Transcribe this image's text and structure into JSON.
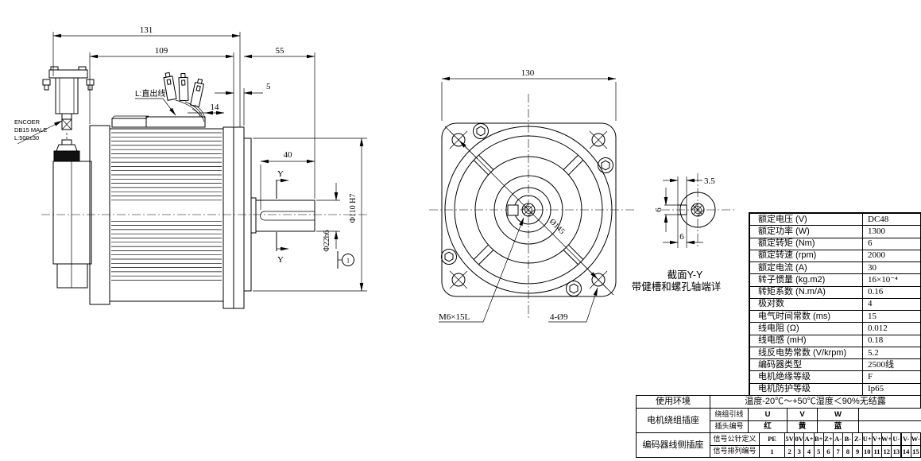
{
  "drawing": {
    "bg": "#ffffff",
    "line_color": "#000000",
    "side_view": {
      "dim_131": "131",
      "dim_109": "109",
      "dim_55": "55",
      "dim_5": "5",
      "dim_14": "14",
      "dim_40": "40",
      "dim_pilot_dia": "Φ110 H7",
      "dim_shaft_dia": "Φ22h6",
      "wire_label": "L:直出线",
      "encoder_label": [
        "ENCOER",
        "DB15 MALE",
        "L:500±30"
      ],
      "section_letter_top": "Y",
      "section_letter_bottom": "Y",
      "datum_no": "1"
    },
    "front_view": {
      "dim_130": "130",
      "dim_bolt_circle": "Ø145",
      "tap_label": "M6×15L",
      "holes_label": "4-Ø9"
    },
    "section_view": {
      "dim_35": "3.5",
      "dim_6_width": "6",
      "dim_6_side": "6",
      "caption": "截面Y-Y",
      "caption2": "带健槽和螺孔轴端详"
    }
  },
  "spec_table": {
    "rows": [
      {
        "label": "额定电压 (V)",
        "value": "DC48"
      },
      {
        "label": "额定功率 (W)",
        "value": "1300"
      },
      {
        "label": "额定转矩 (Nm)",
        "value": "6"
      },
      {
        "label": "额定转速 (rpm)",
        "value": "2000"
      },
      {
        "label": "额定电流 (A)",
        "value": "30"
      },
      {
        "label": "转子惯量 (kg.m2)",
        "value": "16×10⁻⁴"
      },
      {
        "label": "转矩系数 (N.m/A)",
        "value": "0.16"
      },
      {
        "label": "极对数",
        "value": "4"
      },
      {
        "label": "电气时间常数 (ms)",
        "value": "15"
      },
      {
        "label": "线电阻 (Ω)",
        "value": "0.012"
      },
      {
        "label": "线电感 (mH)",
        "value": "0.18"
      },
      {
        "label": "线反电势常数 (V/krpm)",
        "value": "5.2"
      },
      {
        "label": "编码器类型",
        "value": "2500线"
      },
      {
        "label": "电机绝缘等级",
        "value": "F"
      },
      {
        "label": "电机防护等级",
        "value": "Ip65"
      }
    ]
  },
  "env_table": {
    "env_row": {
      "label": "使用环境",
      "value": "温度-20℃～+50℃湿度＜90%无结露"
    },
    "winding": {
      "label": "电机绕组插座",
      "rows": [
        {
          "name": "绕组引线",
          "cells": [
            "U",
            "V",
            "W",
            ""
          ]
        },
        {
          "name": "插头编号",
          "cells": [
            "红",
            "黄",
            "蓝",
            ""
          ]
        }
      ]
    },
    "encoder": {
      "label": "编码器线侧插座",
      "rows": [
        {
          "name": "信号公针定义",
          "cells": [
            "PE",
            "5V",
            "0V",
            "A+",
            "B+",
            "Z+",
            "A-",
            "B-",
            "Z-",
            "U+",
            "V+",
            "W+",
            "U-",
            "V-",
            "W-"
          ]
        },
        {
          "name": "信号排列编号",
          "cells": [
            "1",
            "2",
            "3",
            "4",
            "5",
            "6",
            "7",
            "8",
            "9",
            "10",
            "11",
            "12",
            "13",
            "14",
            "15"
          ]
        }
      ]
    }
  }
}
